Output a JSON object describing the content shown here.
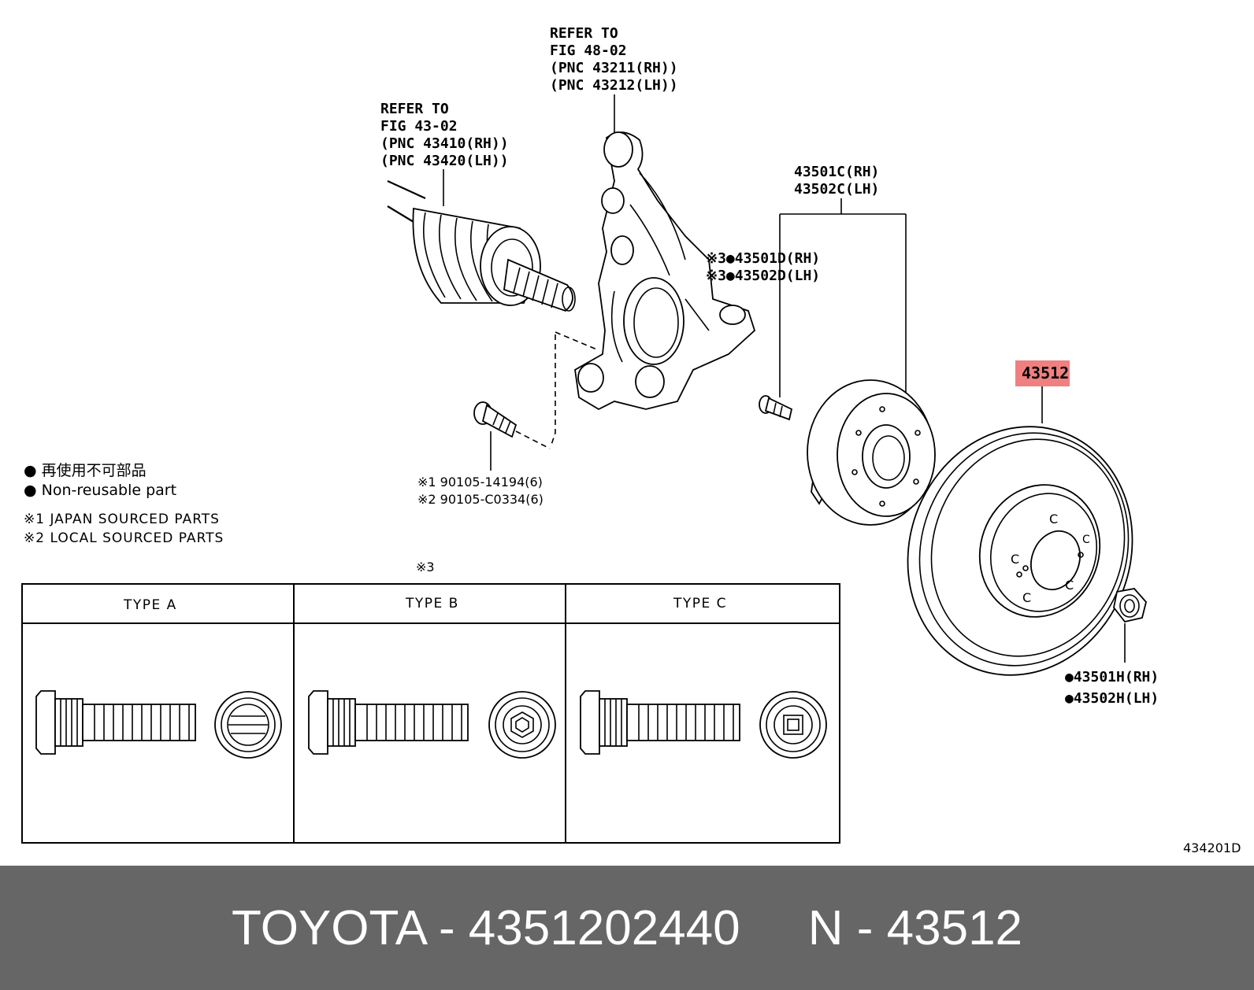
{
  "labels": {
    "knuckle_ref": [
      "REFER TO",
      "FIG 48-02",
      "(PNC 43211(RH))",
      "(PNC 43212(LH))"
    ],
    "shaft_ref": [
      "REFER TO",
      "FIG 43-02",
      "(PNC 43410(RH))",
      "(PNC 43420(LH))"
    ],
    "hub_assy": [
      "43501C(RH)",
      "43502C(LH)"
    ],
    "hub_bolt": [
      "※3●43501D(RH)",
      "※3●43502D(LH)"
    ],
    "highlighted_part": "43512",
    "bolt_parts": [
      "※1 90105-14194(6)",
      "※2 90105-C0334(6)"
    ],
    "nut_parts": [
      "●43501H(RH)",
      "●43502H(LH)"
    ],
    "legend": [
      "● 再使用不可部品",
      "● Non-reusable part",
      "※1 JAPAN SOURCED PARTS",
      "※2 LOCAL SOURCED PARTS"
    ],
    "table_mark": "※3",
    "types": [
      "TYPE A",
      "TYPE B",
      "TYPE C"
    ],
    "figure_code": "434201D"
  },
  "highlight_color": "#f08080",
  "footer": {
    "text": "TOYOTA - 4351202440     N - 43512",
    "background": "#666666",
    "color": "#ffffff"
  }
}
